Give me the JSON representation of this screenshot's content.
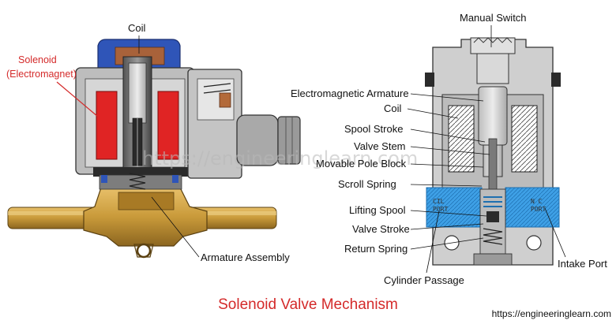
{
  "title": "Solenoid Valve Mechanism",
  "source_url": "https://engineeringlearn.com",
  "watermark": "https://engineeringlearn.com",
  "left_diagram": {
    "labels": {
      "coil": "Coil",
      "solenoid_line1": "Solenoid",
      "solenoid_line2": "(Electromagnet)",
      "armature_assembly": "Armature Assembly"
    }
  },
  "right_diagram": {
    "labels": {
      "manual_switch": "Manual Switch",
      "electromagnetic_armature": "Electromagnetic Armature",
      "coil": "Coil",
      "spool_stroke": "Spool Stroke",
      "valve_stem": "Valve Stem",
      "movable_pole_block": "Movable Pole Block",
      "scroll_spring": "Scroll Spring",
      "lifting_spool": "Lifting Spool",
      "valve_stroke": "Valve Stroke",
      "return_spring": "Return Spring",
      "cylinder_passage": "Cylinder Passage",
      "intake_port": "Intake Port"
    },
    "port_text": {
      "cyl_l1": "CIL",
      "cyl_l2": "PORT",
      "nc_l1": "N C",
      "nc_l2": "PORT"
    }
  },
  "colors": {
    "label_accent": "#d42a2a",
    "coil_red": "#e02424",
    "cap_blue": "#2f55b8",
    "brass": "#c99a3a",
    "fluid_blue": "#3ea0e6",
    "body_gray": "#c9c9c9"
  }
}
